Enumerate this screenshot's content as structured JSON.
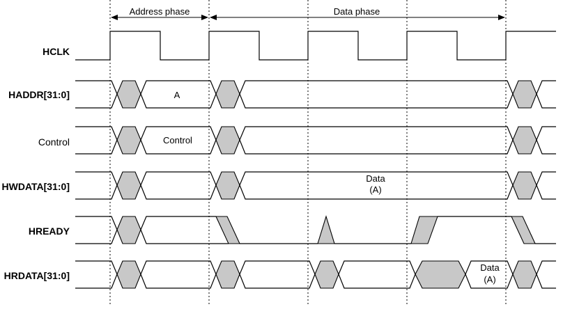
{
  "phases": {
    "address": "Address phase",
    "data": "Data phase"
  },
  "signals": [
    {
      "name": "HCLK",
      "weight": "bold"
    },
    {
      "name": "HADDR[31:0]",
      "weight": "bold",
      "value": "A"
    },
    {
      "name": "Control",
      "weight": "normal",
      "value": "Control"
    },
    {
      "name": "HWDATA[31:0]",
      "weight": "bold",
      "value_line1": "Data",
      "value_line2": "(A)"
    },
    {
      "name": "HREADY",
      "weight": "bold"
    },
    {
      "name": "HRDATA[31:0]",
      "weight": "bold",
      "value_line1": "Data",
      "value_line2": "(A)"
    }
  ],
  "colors": {
    "line": "#000000",
    "transition_fill": "#c8c8c8",
    "background": "#ffffff"
  }
}
